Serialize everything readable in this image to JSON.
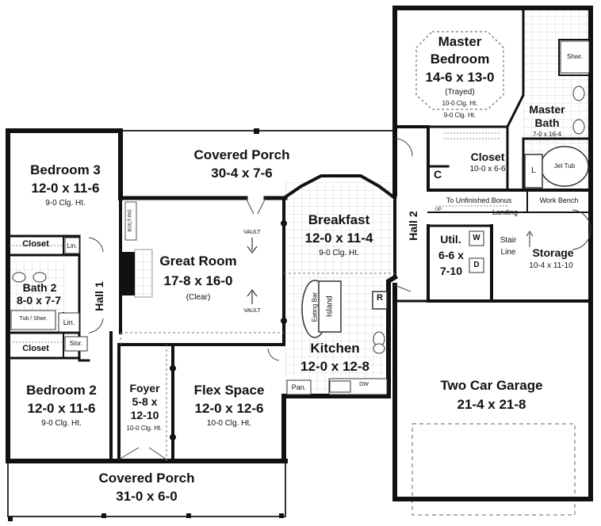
{
  "rooms": {
    "master_bedroom": {
      "name_1": "Master",
      "name_2": "Bedroom",
      "dims": "14-6 x 13-0",
      "note": "(Trayed)",
      "clg_1": "10-0 Clg. Ht.",
      "clg_2": "9-0 Clg. Ht."
    },
    "master_bath": {
      "name_1": "Master",
      "name_2": "Bath",
      "dims": "7-0 x 16-4"
    },
    "shower": "Shwr.",
    "jet_tub": "Jet Tub",
    "l_mark": "L",
    "closet_master": {
      "name": "Closet",
      "dims": "10-0 x 6-6"
    },
    "c_mark": "C",
    "bedroom3": {
      "name": "Bedroom 3",
      "dims": "12-0 x 11-6",
      "clg": "9-0 Clg. Ht."
    },
    "covered_porch_top": {
      "name": "Covered Porch",
      "dims": "30-4 x 7-6"
    },
    "great_room": {
      "name": "Great Room",
      "dims": "17-8 x 16-0",
      "note": "(Clear)",
      "built_ins": "BUILT-INS",
      "vault": "VAULT"
    },
    "breakfast": {
      "name": "Breakfast",
      "dims": "12-0 x 11-4",
      "clg": "9-0 Clg. Ht."
    },
    "eating_bar": "Eating Bar",
    "island": "Island",
    "r_mark": "R",
    "kitchen": {
      "name": "Kitchen",
      "dims": "12-0 x 12-8"
    },
    "pantry": "Pan.",
    "dw": "DW",
    "closet_left_top": "Closet",
    "lin_1": "Lin.",
    "bath2": {
      "name": "Bath 2",
      "dims": "8-0 x 7-7",
      "tub": "Tub / Shwr."
    },
    "lin_2": "Lin.",
    "closet_left_bottom": "Closet",
    "stor": "Stor.",
    "hall1": "Hall 1",
    "hall2": "Hall 2",
    "bedroom2": {
      "name": "Bedroom 2",
      "dims": "12-0 x 11-6",
      "clg": "9-0 Clg. Ht."
    },
    "foyer": {
      "name": "Foyer",
      "dims_1": "5-8 x",
      "dims_2": "12-10",
      "clg": "10-0 Clg. Ht."
    },
    "flex_space": {
      "name": "Flex Space",
      "dims": "12-0 x 12-6",
      "clg": "10-0 Clg. Ht."
    },
    "covered_porch_bottom": {
      "name": "Covered Porch",
      "dims": "31-0 x 6-0"
    },
    "unfinished_bonus": "To Unfinished Bonus",
    "up": "UP",
    "landing": "Landing",
    "work_bench": "Work Bench",
    "utility": {
      "name": "Util.",
      "dims_1": "6-6 x",
      "dims_2": "7-10",
      "w": "W",
      "d": "D"
    },
    "stair_line": {
      "line_1": "Stair",
      "line_2": "Line"
    },
    "storage": {
      "name": "Storage",
      "dims": "10-4 x 11-10"
    },
    "garage": {
      "name": "Two Car Garage",
      "dims": "21-4 x 21-8"
    }
  }
}
